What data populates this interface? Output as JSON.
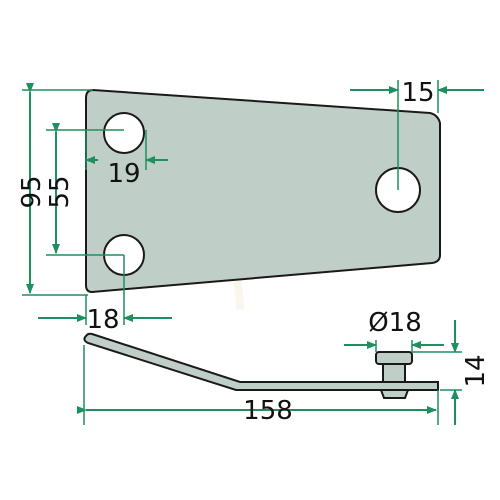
{
  "dimensions": {
    "total_height": "95",
    "hole_spacing": "55",
    "top_hole_offset": "19",
    "bottom_hole_offset": "18",
    "right_hole_offset": "15",
    "bolt_diameter": "Ø18",
    "bolt_height": "14",
    "total_length": "158"
  },
  "colors": {
    "dimension_line": "#1e8f5e",
    "part_fill": "#bfcfc7",
    "outline": "#1a1a1a"
  }
}
